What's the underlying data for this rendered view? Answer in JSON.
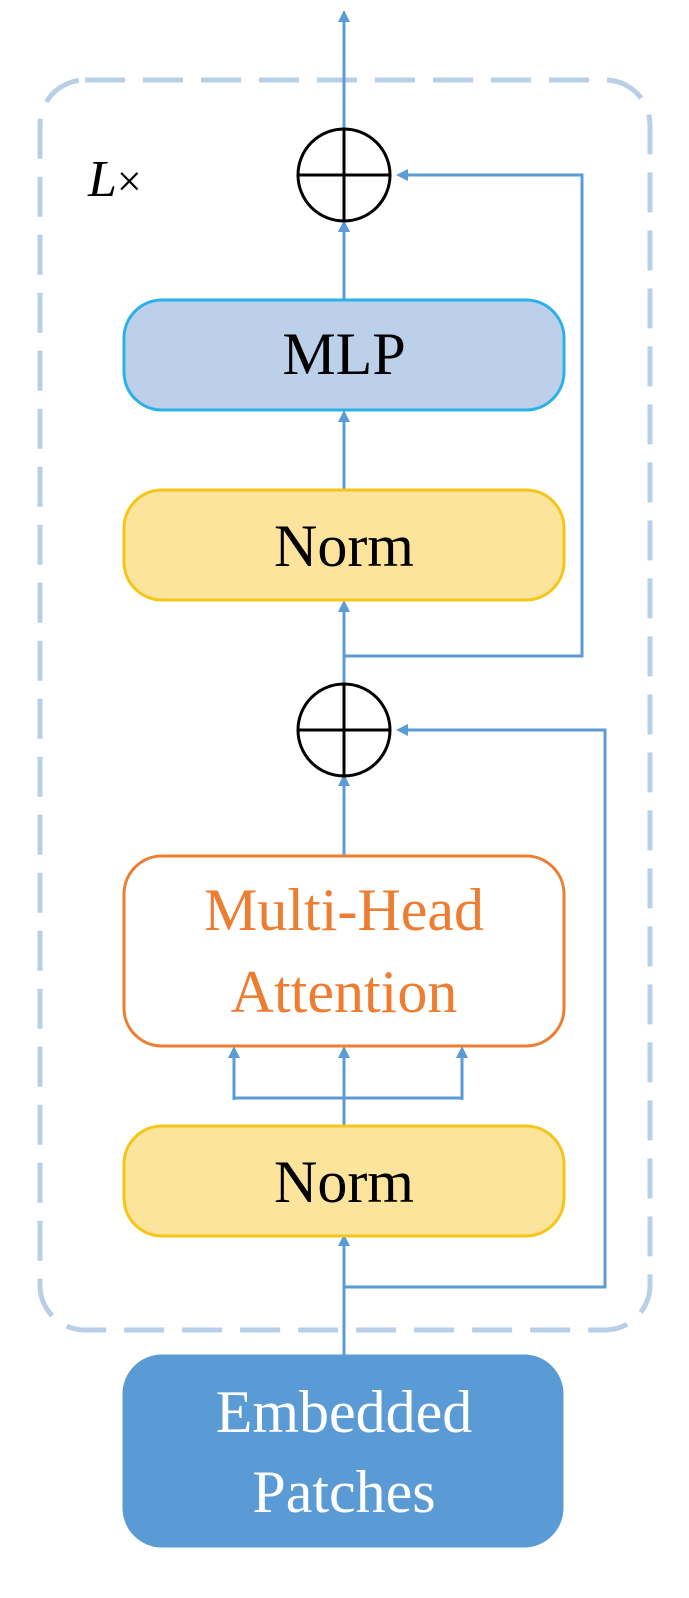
{
  "repeat_label": {
    "main": "L",
    "suffix": "×"
  },
  "blocks": {
    "mlp": "MLP",
    "norm_top": "Norm",
    "attention_line1": "Multi-Head",
    "attention_line2": "Attention",
    "norm_bottom": "Norm",
    "embedded_line1": "Embedded",
    "embedded_line2": "Patches"
  },
  "colors": {
    "arrow": "#5b9bd5",
    "dashed_border": "#b9cfe8",
    "mlp_fill": "#bcd0ea",
    "mlp_stroke": "#2cb0e8",
    "norm_fill": "#fde49c",
    "norm_stroke": "#f5c518",
    "attention_stroke": "#ed7d31",
    "attention_text": "#ed7d31",
    "embedded_fill": "#5b9bd5",
    "embedded_text": "#ffffff",
    "adder_stroke": "#000000"
  }
}
